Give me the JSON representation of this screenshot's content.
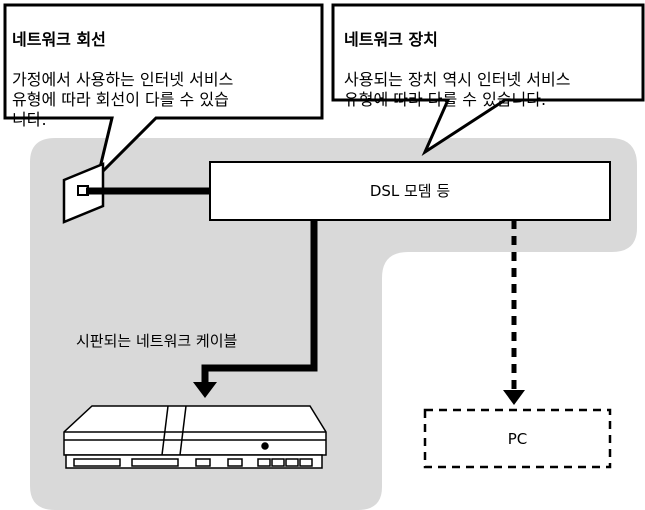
{
  "callouts": {
    "line": {
      "title": "네트워크 회선",
      "body": "가정에서 사용하는 인터넷 서비스\n유형에 따라 회선이 다를 수 있습\n니다."
    },
    "device": {
      "title": "네트워크 장치",
      "body": "사용되는 장치 역시 인터넷 서비스\n유형에 따라 다를 수 있습니다."
    }
  },
  "boxes": {
    "modem_label": "DSL 모뎀 등",
    "pc_label": "PC"
  },
  "cable_label": "시판되는 네트워크 케이블",
  "colors": {
    "background_panel": "#d9d9d9",
    "line": "#000000",
    "box_fill": "#ffffff"
  }
}
